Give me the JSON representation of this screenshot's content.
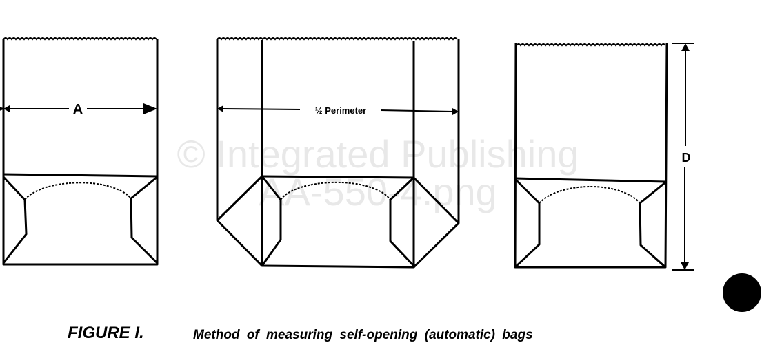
{
  "labels": {
    "width_label": "A",
    "perimeter_label": "½ Perimeter",
    "depth_label": "D"
  },
  "caption": {
    "figure_number": "FIGURE I.",
    "text": "Method of measuring self-opening (automatic) bags"
  },
  "watermark": {
    "line1": "© Integrated Publishing",
    "line2": "AA-550-4.png"
  }
}
